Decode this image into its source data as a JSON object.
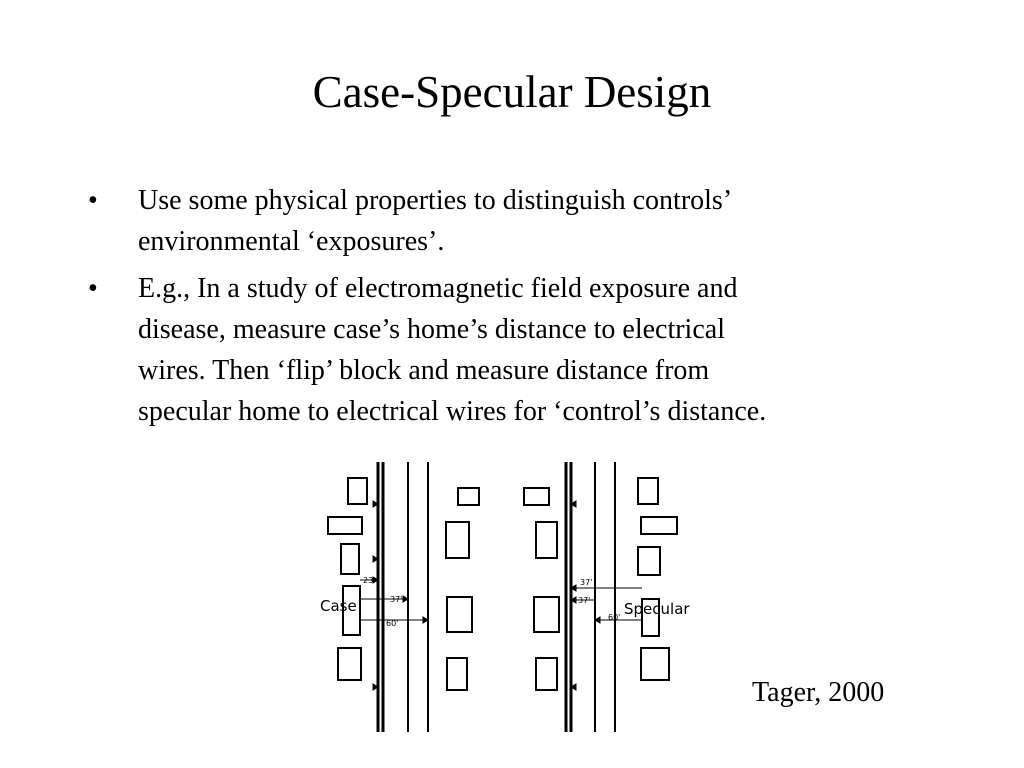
{
  "slide": {
    "title": "Case-Specular Design"
  },
  "bullets": [
    {
      "marker": "•",
      "lines": [
        "Use some physical properties to distinguish controls’",
        "environmental ‘exposures’."
      ]
    },
    {
      "marker": "•",
      "lines": [
        "E.g., In a study of electromagnetic field exposure and",
        "disease, measure case’s home’s distance to electrical",
        "wires.  Then ‘flip’ block and measure distance from",
        "specular home to electrical wires for ‘control’s distance."
      ]
    }
  ],
  "diagram": {
    "case_label": "Case",
    "specular_label": "Specular",
    "case_distances": [
      "23'",
      "37'",
      "60'"
    ],
    "specular_distances": [
      "37'",
      "37'",
      "60'"
    ]
  },
  "citation": "Tager, 2000"
}
